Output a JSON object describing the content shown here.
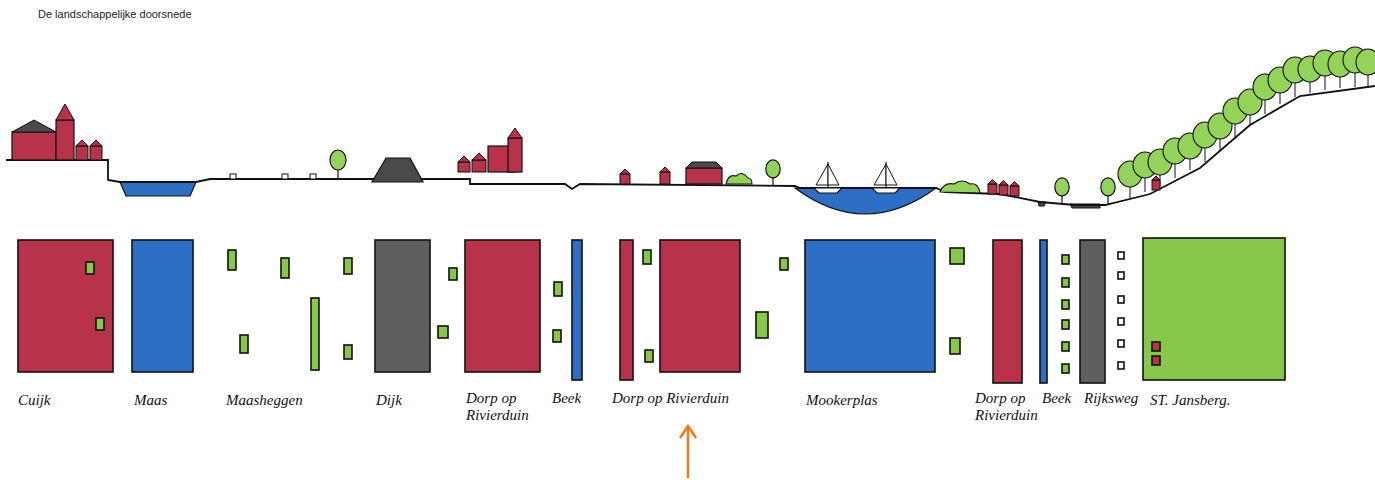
{
  "diagram": {
    "title": "De landschappelijke doorsnede",
    "labels": [
      "Cuijk",
      "Maas",
      "Maasheggen",
      "Dijk",
      "Dorp op Rivierduin",
      "Beek",
      "Dorp op Rivierduin",
      "Mookerplas",
      "Dorp op Rivierduin",
      "Beek",
      "Rijksweg",
      "ST. Jansberg."
    ]
  }
}
